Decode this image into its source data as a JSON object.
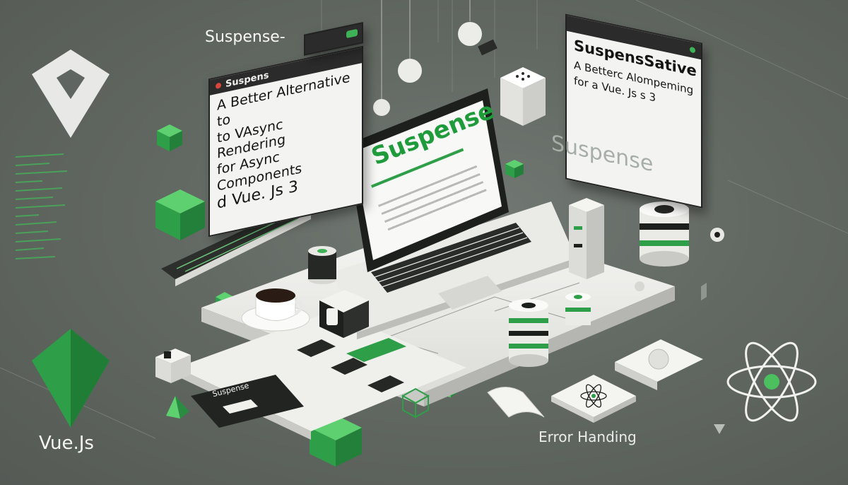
{
  "left_card": {
    "tab": "Suspens",
    "lines": [
      "A Better Alternative to",
      "to VAsync Rendering",
      "for Async Components",
      "d Vue. Js 3"
    ]
  },
  "right_card": {
    "heading": "SuspensSative",
    "lines": [
      "A Betterc Alompeming",
      "for a Vue. Js s 3"
    ]
  },
  "labels": {
    "top_suspense": "Suspense-",
    "right_ghost": "Suspense",
    "laptop_title": "Suspense",
    "vue": "Vue.Js",
    "error": "Error Handing",
    "small_card": "Suspense"
  },
  "colors": {
    "accent_green": "#2fa14b",
    "bright_green": "#4cc05f",
    "background": "#5f6560",
    "surface": "#f3f3f1"
  }
}
